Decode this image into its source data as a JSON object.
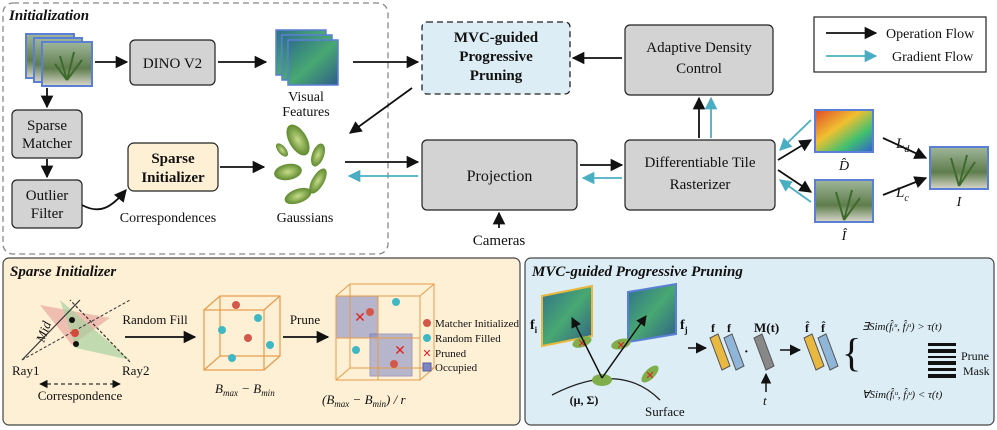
{
  "init": {
    "title": "Initialization",
    "dino": "DINO V2",
    "visual_features": [
      "Visual",
      "Features"
    ],
    "sparse_matcher": [
      "Sparse",
      "Matcher"
    ],
    "outlier_filter": [
      "Outlier",
      "Filter"
    ],
    "sparse_initializer": [
      "Sparse",
      "Initializer"
    ],
    "correspondences": "Correspondences",
    "gaussians": "Gaussians"
  },
  "main": {
    "mvc_pruning": [
      "MVC-guided",
      "Progressive",
      "Pruning"
    ],
    "adaptive_density": [
      "Adaptive Density",
      "Control"
    ],
    "projection": "Projection",
    "rasterizer": [
      "Differentiable Tile",
      "Rasterizer"
    ],
    "cameras": "Cameras",
    "depth_hat": "D̂",
    "image_hat": "Î",
    "image_gt": "I",
    "loss_d": "L",
    "loss_d_sub": "d",
    "loss_c": "L",
    "loss_c_sub": "c"
  },
  "legend": {
    "operation": "Operation Flow",
    "gradient": "Gradient Flow",
    "operation_color": "#111111",
    "gradient_color": "#4aaec2"
  },
  "sparse_panel": {
    "title": "Sparse Initializer",
    "mid": "Mid",
    "ray1": "Ray1",
    "ray2": "Ray2",
    "correspondence": "Correspondence",
    "random_fill": "Random Fill",
    "prune": "Prune",
    "bounds": "B",
    "max": "max",
    "min": "min",
    "bounds_r": "/ r",
    "legend_matcher": "Matcher Initialized",
    "legend_random": "Random Filled",
    "legend_pruned": "Pruned",
    "legend_occupied": "Occupied",
    "bg_color": "#fdf0d5"
  },
  "mvc_panel": {
    "title": "MVC-guided Progressive Pruning",
    "fi": "f",
    "fi_sub": "i",
    "fj": "f",
    "fj_sub": "j",
    "mu_sigma": "(μ, Σ)",
    "surface": "Surface",
    "mt": "M(t)",
    "t": "t",
    "cond_exists": "∃Sim(f̂ᵢᵘ, f̂ⱼᵘ) > τ(t)",
    "cond_forall": "∀Sim(f̂ᵢᵘ, f̂ⱼᵘ) < τ(t)",
    "prune_mask": [
      "Prune",
      "Mask"
    ],
    "bg_color": "#dcedf5"
  }
}
